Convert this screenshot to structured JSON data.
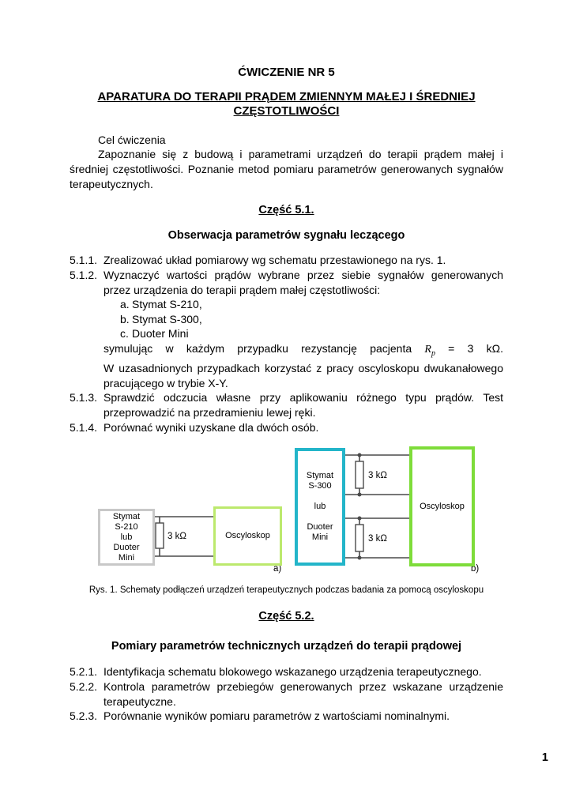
{
  "doc": {
    "title": "ĆWICZENIE NR 5",
    "heading": "APARATURA DO TERAPII PRĄDEM ZMIENNYM MAŁEJ I ŚREDNIEJ CZĘSTOTLIWOŚCI",
    "intro": {
      "label": "Cel ćwiczenia",
      "text": "Zapoznanie się z budową i parametrami urządzeń do terapii prądem małej i średniej częstotliwości. Poznanie metod pomiaru parametrów generowanych sygnałów terapeutycznych."
    },
    "part1": {
      "title": "Część 5.1.",
      "subtitle": "Obserwacja parametrów sygnału leczącego",
      "items": [
        {
          "num": "5.1.1.",
          "text": "Zrealizować układ pomiarowy wg schematu przestawionego na rys. 1."
        },
        {
          "num": "5.1.2.",
          "text": "Wyznaczyć wartości prądów wybrane przez siebie sygnałów generowanych przez urządzenia do terapii prądem małej częstotliwości:"
        },
        {
          "num": "5.1.3.",
          "text": "Sprawdzić odczucia własne przy aplikowaniu różnego typu prądów. Test przeprowadzić na przedramieniu lewej ręki."
        },
        {
          "num": "5.1.4.",
          "text": "Porównać wyniki uzyskane dla dwóch osób."
        }
      ],
      "sublist": [
        {
          "num": "a.",
          "text": "Stymat S-210,"
        },
        {
          "num": "b.",
          "text": "Stymat S-300,"
        },
        {
          "num": "c.",
          "text": "Duoter Mini"
        }
      ],
      "continuation": {
        "line1_before": "symulując w każdym przypadku rezystancję pacjenta ",
        "symbol": "R",
        "symbol_sub": "p",
        "line1_after": " = 3 kΩ.",
        "rest": "W uzasadnionych przypadkach korzystać z pracy oscyloskopu dwukanałowego pracującego w trybie X-Y."
      }
    },
    "figure": {
      "device_a_lines": [
        "Stymat",
        "S-210",
        "lub",
        "Duoter",
        "Mini"
      ],
      "device_b_lines": [
        "Stymat",
        "S-300",
        "lub",
        "Duoter",
        "Mini"
      ],
      "oscilloscope_label": "Oscyloskop",
      "resistor_value": "3 kΩ",
      "label_a": "a)",
      "label_b": "b)",
      "caption": "Rys. 1. Schematy podłączeń urządzeń terapeutycznych podczas badania za pomocą oscyloskopu",
      "colors": {
        "device_a_border": "#c8c8c8",
        "device_b_border": "#23b5c9",
        "osc_a_border": "#bce96d",
        "osc_b_border": "#7edc3a",
        "wire": "#4a4a4a"
      }
    },
    "part2": {
      "title": "Część 5.2.",
      "subtitle": "Pomiary parametrów technicznych urządzeń do terapii prądowej",
      "items": [
        {
          "num": "5.2.1.",
          "text": "Identyfikacja schematu blokowego wskazanego urządzenia terapeutycznego."
        },
        {
          "num": "5.2.2.",
          "text": "Kontrola parametrów przebiegów generowanych przez wskazane urządzenie terapeutyczne."
        },
        {
          "num": "5.2.3.",
          "text": "Porównanie wyników pomiaru parametrów z wartościami nominalnymi."
        }
      ]
    },
    "page_number": "1"
  }
}
